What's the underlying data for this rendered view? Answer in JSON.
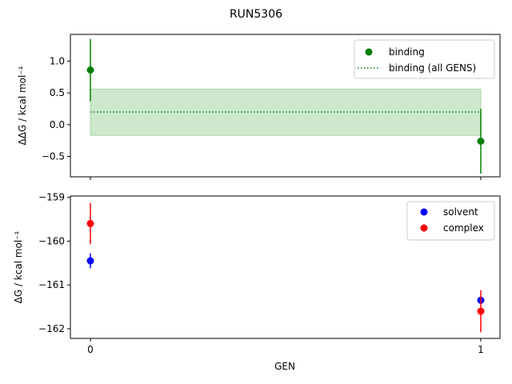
{
  "chart_data": [
    {
      "type": "scatter",
      "suptitle": "RUN5306",
      "ylabel": "ΔΔG / kcal mol⁻¹",
      "x_ticks": [
        "0",
        "1"
      ],
      "ylim": [
        -0.82,
        1.42
      ],
      "yticks": [
        {
          "value": -0.5,
          "label": "−0.5"
        },
        {
          "value": 0.0,
          "label": "0.0"
        },
        {
          "value": 0.5,
          "label": "0.5"
        },
        {
          "value": 1.0,
          "label": "1.0"
        }
      ],
      "series": [
        {
          "name": "binding",
          "color": "#008000",
          "marker": "circle",
          "points": [
            {
              "x": 0,
              "y": 0.86,
              "err": 0.49
            },
            {
              "x": 1,
              "y": -0.26,
              "err": 0.51
            }
          ]
        }
      ],
      "reference": {
        "name": "binding (all GENS)",
        "color": "#008000",
        "style": "dotted",
        "y": 0.2,
        "band": [
          -0.17,
          0.56
        ],
        "band_color": "#2ca02c"
      },
      "legend_position": "top-right"
    },
    {
      "type": "scatter",
      "ylabel": "ΔG / kcal mol⁻¹",
      "xlabel": "GEN",
      "x_ticks": [
        "0",
        "1"
      ],
      "ylim": [
        -162.22,
        -158.97
      ],
      "yticks": [
        {
          "value": -162,
          "label": "−162"
        },
        {
          "value": -161,
          "label": "−161"
        },
        {
          "value": -160,
          "label": "−160"
        },
        {
          "value": -159,
          "label": "−159"
        }
      ],
      "series": [
        {
          "name": "solvent",
          "color": "#0000ff",
          "marker": "circle",
          "points": [
            {
              "x": 0,
              "y": -160.45,
              "err": 0.17
            },
            {
              "x": 1,
              "y": -161.35,
              "err": 0.04
            }
          ]
        },
        {
          "name": "complex",
          "color": "#ff0000",
          "marker": "circle",
          "points": [
            {
              "x": 0,
              "y": -159.6,
              "err": 0.47
            },
            {
              "x": 1,
              "y": -161.6,
              "err": 0.48
            }
          ]
        }
      ],
      "legend_position": "top-right"
    }
  ]
}
